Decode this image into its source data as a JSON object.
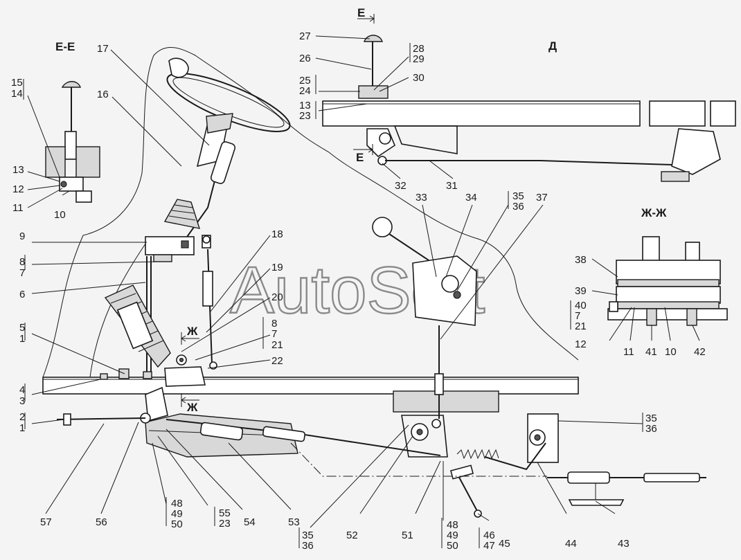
{
  "watermark": "AutoSoft",
  "sections": {
    "ee": "Е-Е",
    "d": "Д",
    "zhzh": "Ж-Ж",
    "e_arrow_top": "Е",
    "e_arrow_bottom": "Е",
    "zh_arrow_top": "Ж",
    "zh_arrow_bottom": "Ж"
  },
  "callouts": {
    "c1": "1",
    "c2": "2",
    "c3": "3",
    "c4": "4",
    "c5": "5",
    "c6": "6",
    "c7": "7",
    "c8": "8",
    "c9": "9",
    "c10": "10",
    "c11": "11",
    "c12": "12",
    "c13": "13",
    "c14": "14",
    "c15": "15",
    "c16": "16",
    "c17": "17",
    "c18": "18",
    "c19": "19",
    "c20": "20",
    "c21": "21",
    "c22": "22",
    "c23": "23",
    "c24": "24",
    "c25": "25",
    "c26": "26",
    "c27": "27",
    "c28": "28",
    "c29": "29",
    "c30": "30",
    "c31": "31",
    "c32": "32",
    "c33": "33",
    "c34": "34",
    "c35": "35",
    "c36": "36",
    "c37": "37",
    "c38": "38",
    "c39": "39",
    "c40": "40",
    "c41": "41",
    "c42": "42",
    "c43": "43",
    "c44": "44",
    "c45": "45",
    "c46": "46",
    "c47": "47",
    "c48": "48",
    "c49": "49",
    "c50": "50",
    "c51": "51",
    "c52": "52",
    "c53": "53",
    "c54": "54",
    "c55": "55",
    "c56": "56",
    "c57": "57"
  }
}
